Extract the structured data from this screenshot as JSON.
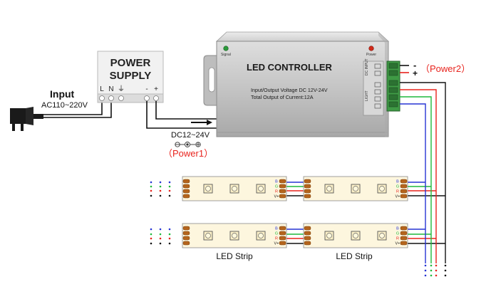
{
  "power_supply": {
    "title_line1": "POWER",
    "title_line2": "SUPPLY",
    "terminals": [
      "L",
      "N",
      "⏚",
      "-",
      "+"
    ]
  },
  "input": {
    "label": "Input",
    "voltage": "AC110~220V"
  },
  "dc_input": {
    "voltage": "DC12~24V",
    "label": "（Power1）"
  },
  "controller": {
    "title": "LED CONTROLLER",
    "spec_voltage": "Input/Output Voltage  DC 12V-24V",
    "spec_current": "Total Output of Current:12A",
    "signal_label": "Signal",
    "power_label": "Power",
    "port_label_top": "DC INPUT",
    "port_label_bottom": "LIGHT"
  },
  "output": {
    "minus": "-",
    "plus": "+",
    "label": "（Power2）"
  },
  "strip_labels": [
    "LED Strip",
    "LED Strip"
  ],
  "strip_pins": [
    "B",
    "G",
    "R",
    "V+"
  ],
  "colors": {
    "wire_black": "#111111",
    "wire_red": "#e8231d",
    "wire_green": "#1fb93b",
    "wire_blue": "#2633d4",
    "accent_red": "#e8231d",
    "controller_body": "#c6c6c6",
    "strip_body": "#fdf6de",
    "terminal_green": "#3f9a45"
  },
  "icons": [
    "plug-icon",
    "polarity-icon",
    "arrow-icon"
  ]
}
